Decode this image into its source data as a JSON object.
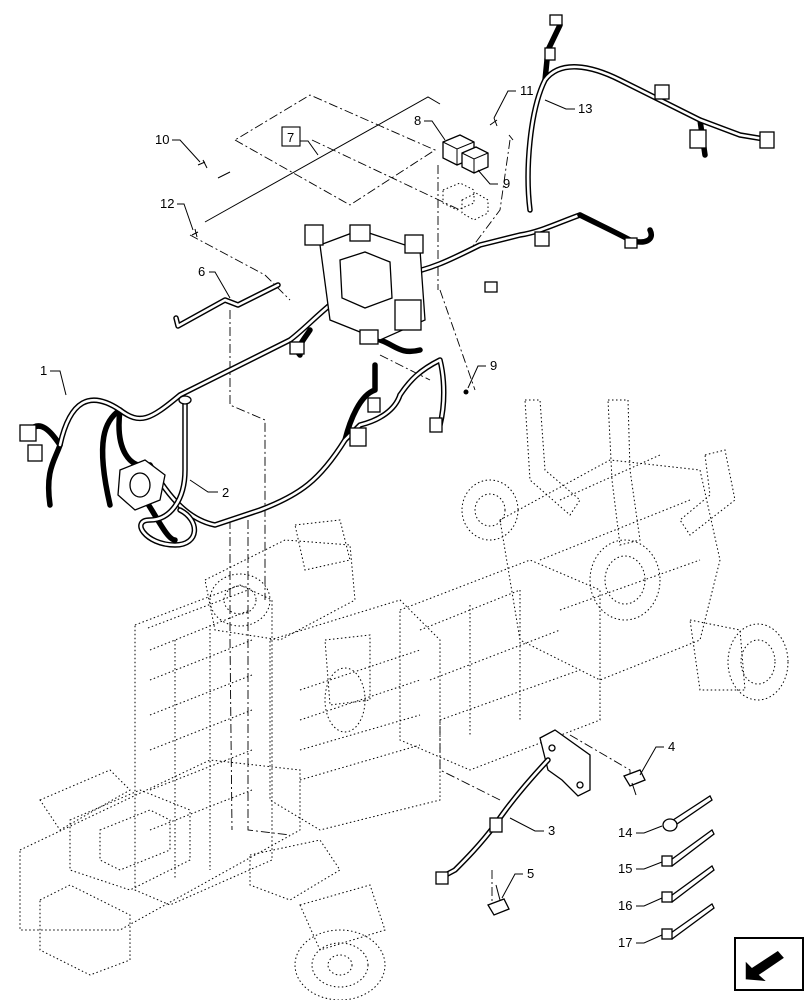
{
  "callouts": {
    "c1": "1",
    "c2": "2",
    "c3": "3",
    "c4": "4",
    "c5": "5",
    "c6": "6",
    "c7": "7",
    "c8": "8",
    "c9a": "9",
    "c9b": "9",
    "c10": "10",
    "c11": "11",
    "c12": "12",
    "c13": "13",
    "c14": "14",
    "c15": "15",
    "c16": "16",
    "c17": "17"
  },
  "colors": {
    "line": "#000000",
    "background": "#ffffff"
  },
  "icons": {
    "nav": "next-page-arrow-icon"
  }
}
